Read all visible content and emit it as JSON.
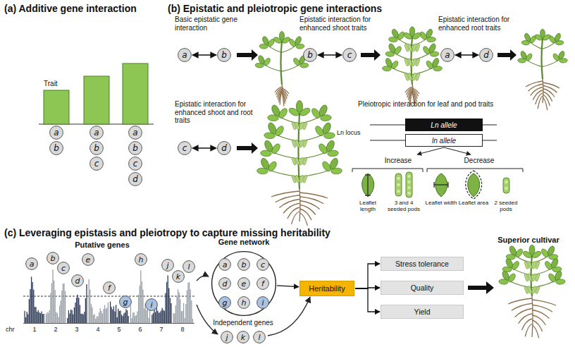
{
  "diagram": {
    "nodes": [
      {
        "text": [
          "a"
        ]
      },
      {
        "text": [
          "b"
        ]
      },
      {
        "text": [
          "a"
        ]
      },
      {
        "text": [
          "b"
        ]
      },
      {
        "text": [
          "c"
        ]
      },
      {
        "text": [
          "a"
        ]
      },
      {
        "text": [
          "b"
        ]
      },
      {
        "text": [
          "c"
        ]
      },
      {
        "text": [
          "d"
        ]
      },
      {
        "text": [
          "a"
        ]
      },
      {
        "text": [
          "b"
        ]
      },
      {
        "text": [
          "b"
        ]
      },
      {
        "text": [
          "c"
        ]
      },
      {
        "text": [
          "a"
        ]
      },
      {
        "text": [
          "d"
        ]
      },
      {
        "text": [
          "c"
        ]
      },
      {
        "text": [
          "d"
        ]
      },
      {
        "text": [
          "Ln allele"
        ]
      },
      {
        "text": [
          "ln allele"
        ]
      },
      {
        "text": [
          "a"
        ]
      },
      {
        "text": [
          "b"
        ]
      },
      {
        "text": [
          "c"
        ]
      },
      {
        "text": [
          "d"
        ]
      },
      {
        "text": [
          "e"
        ]
      },
      {
        "text": [
          "f"
        ]
      },
      {
        "text": [
          "g"
        ]
      },
      {
        "text": [
          "h"
        ]
      },
      {
        "text": [
          "i"
        ]
      },
      {
        "text": [
          "j"
        ]
      },
      {
        "text": [
          "k"
        ]
      },
      {
        "text": [
          "l"
        ]
      },
      {
        "text": [
          "Gene network"
        ]
      },
      {
        "text": [
          "a"
        ],
        "in": 31
      },
      {
        "text": [
          "b"
        ],
        "in": 31
      },
      {
        "text": [
          "c"
        ],
        "in": 31
      },
      {
        "text": [
          "d"
        ],
        "in": 31
      },
      {
        "text": [
          "e"
        ],
        "in": 31
      },
      {
        "text": [
          "f"
        ],
        "in": 31
      },
      {
        "text": [
          "g"
        ],
        "in": 31
      },
      {
        "text": [
          "h"
        ],
        "in": 31
      },
      {
        "text": [
          "i"
        ],
        "in": 31
      },
      {
        "text": [
          "j"
        ]
      },
      {
        "text": [
          "k"
        ]
      },
      {
        "text": [
          "l"
        ]
      },
      {
        "text": [
          "Heritability"
        ]
      },
      {
        "text": [
          "Stress tolerance"
        ]
      },
      {
        "text": [
          "Quality"
        ]
      },
      {
        "text": [
          "Yield"
        ]
      }
    ],
    "edges": [
      {
        "from": 9,
        "to": 10,
        "arrow": "both"
      },
      {
        "from": 11,
        "to": 12,
        "arrow": "both"
      },
      {
        "from": 13,
        "to": 14,
        "arrow": "both"
      },
      {
        "from": 15,
        "to": 16,
        "arrow": "both"
      },
      {
        "from": 32,
        "to": 33,
        "arrow": "none"
      },
      {
        "from": 33,
        "to": 34,
        "arrow": "none"
      },
      {
        "from": 35,
        "to": 36,
        "arrow": "none"
      },
      {
        "from": 36,
        "to": 37,
        "arrow": "none"
      },
      {
        "from": 38,
        "to": 39,
        "arrow": "none"
      },
      {
        "from": 39,
        "to": 40,
        "arrow": "none"
      },
      {
        "from": 32,
        "to": 35,
        "arrow": "none"
      },
      {
        "from": 35,
        "to": 38,
        "arrow": "none"
      },
      {
        "from": 33,
        "to": 36,
        "arrow": "none"
      },
      {
        "from": 36,
        "to": 39,
        "arrow": "none"
      },
      {
        "from": 34,
        "to": 37,
        "arrow": "none"
      },
      {
        "from": 37,
        "to": 40,
        "arrow": "none"
      },
      {
        "from": 32,
        "to": 36,
        "arrow": "none"
      },
      {
        "from": 36,
        "to": 40,
        "arrow": "none"
      },
      {
        "from": 34,
        "to": 36,
        "arrow": "none"
      },
      {
        "from": 36,
        "to": 38,
        "arrow": "none"
      },
      {
        "from": 33,
        "to": 35,
        "arrow": "none"
      },
      {
        "from": 33,
        "to": 37,
        "arrow": "none"
      },
      {
        "from": 35,
        "to": 39,
        "arrow": "none"
      },
      {
        "from": 37,
        "to": 39,
        "arrow": "none"
      },
      {
        "from": 31,
        "to": 44,
        "arrow": "to"
      },
      {
        "from": 44,
        "to": 45,
        "arrow": "to"
      },
      {
        "from": 44,
        "to": 46,
        "arrow": "to"
      },
      {
        "from": 44,
        "to": 47,
        "arrow": "to"
      }
    ],
    "labels": [
      "(a) Additive gene interaction",
      "Trait",
      "(b) Epistatic and pleiotropic gene interactions",
      "Basic epistatic gene interaction",
      "Epistatic interaction for enhanced shoot traits",
      "Epistatic interaction for enhanced root traits",
      "Epistatic interaction for enhanced shoot and root traits",
      "Pleiotropic interaction for leaf and pod traits",
      "Ln locus",
      "Increase",
      "Decrease",
      "Leaflet length",
      "3 and 4 seeded pods",
      "Leaflet width",
      "Leaflet area",
      "2 seeded pods",
      "(c) Leveraging epistasis and pleiotropy to capture missing heritability",
      "Putative genes",
      "chr",
      "1",
      "2",
      "3",
      "4",
      "5",
      "6",
      "7",
      "8",
      "Independent genes",
      "Superior cultivar"
    ]
  }
}
